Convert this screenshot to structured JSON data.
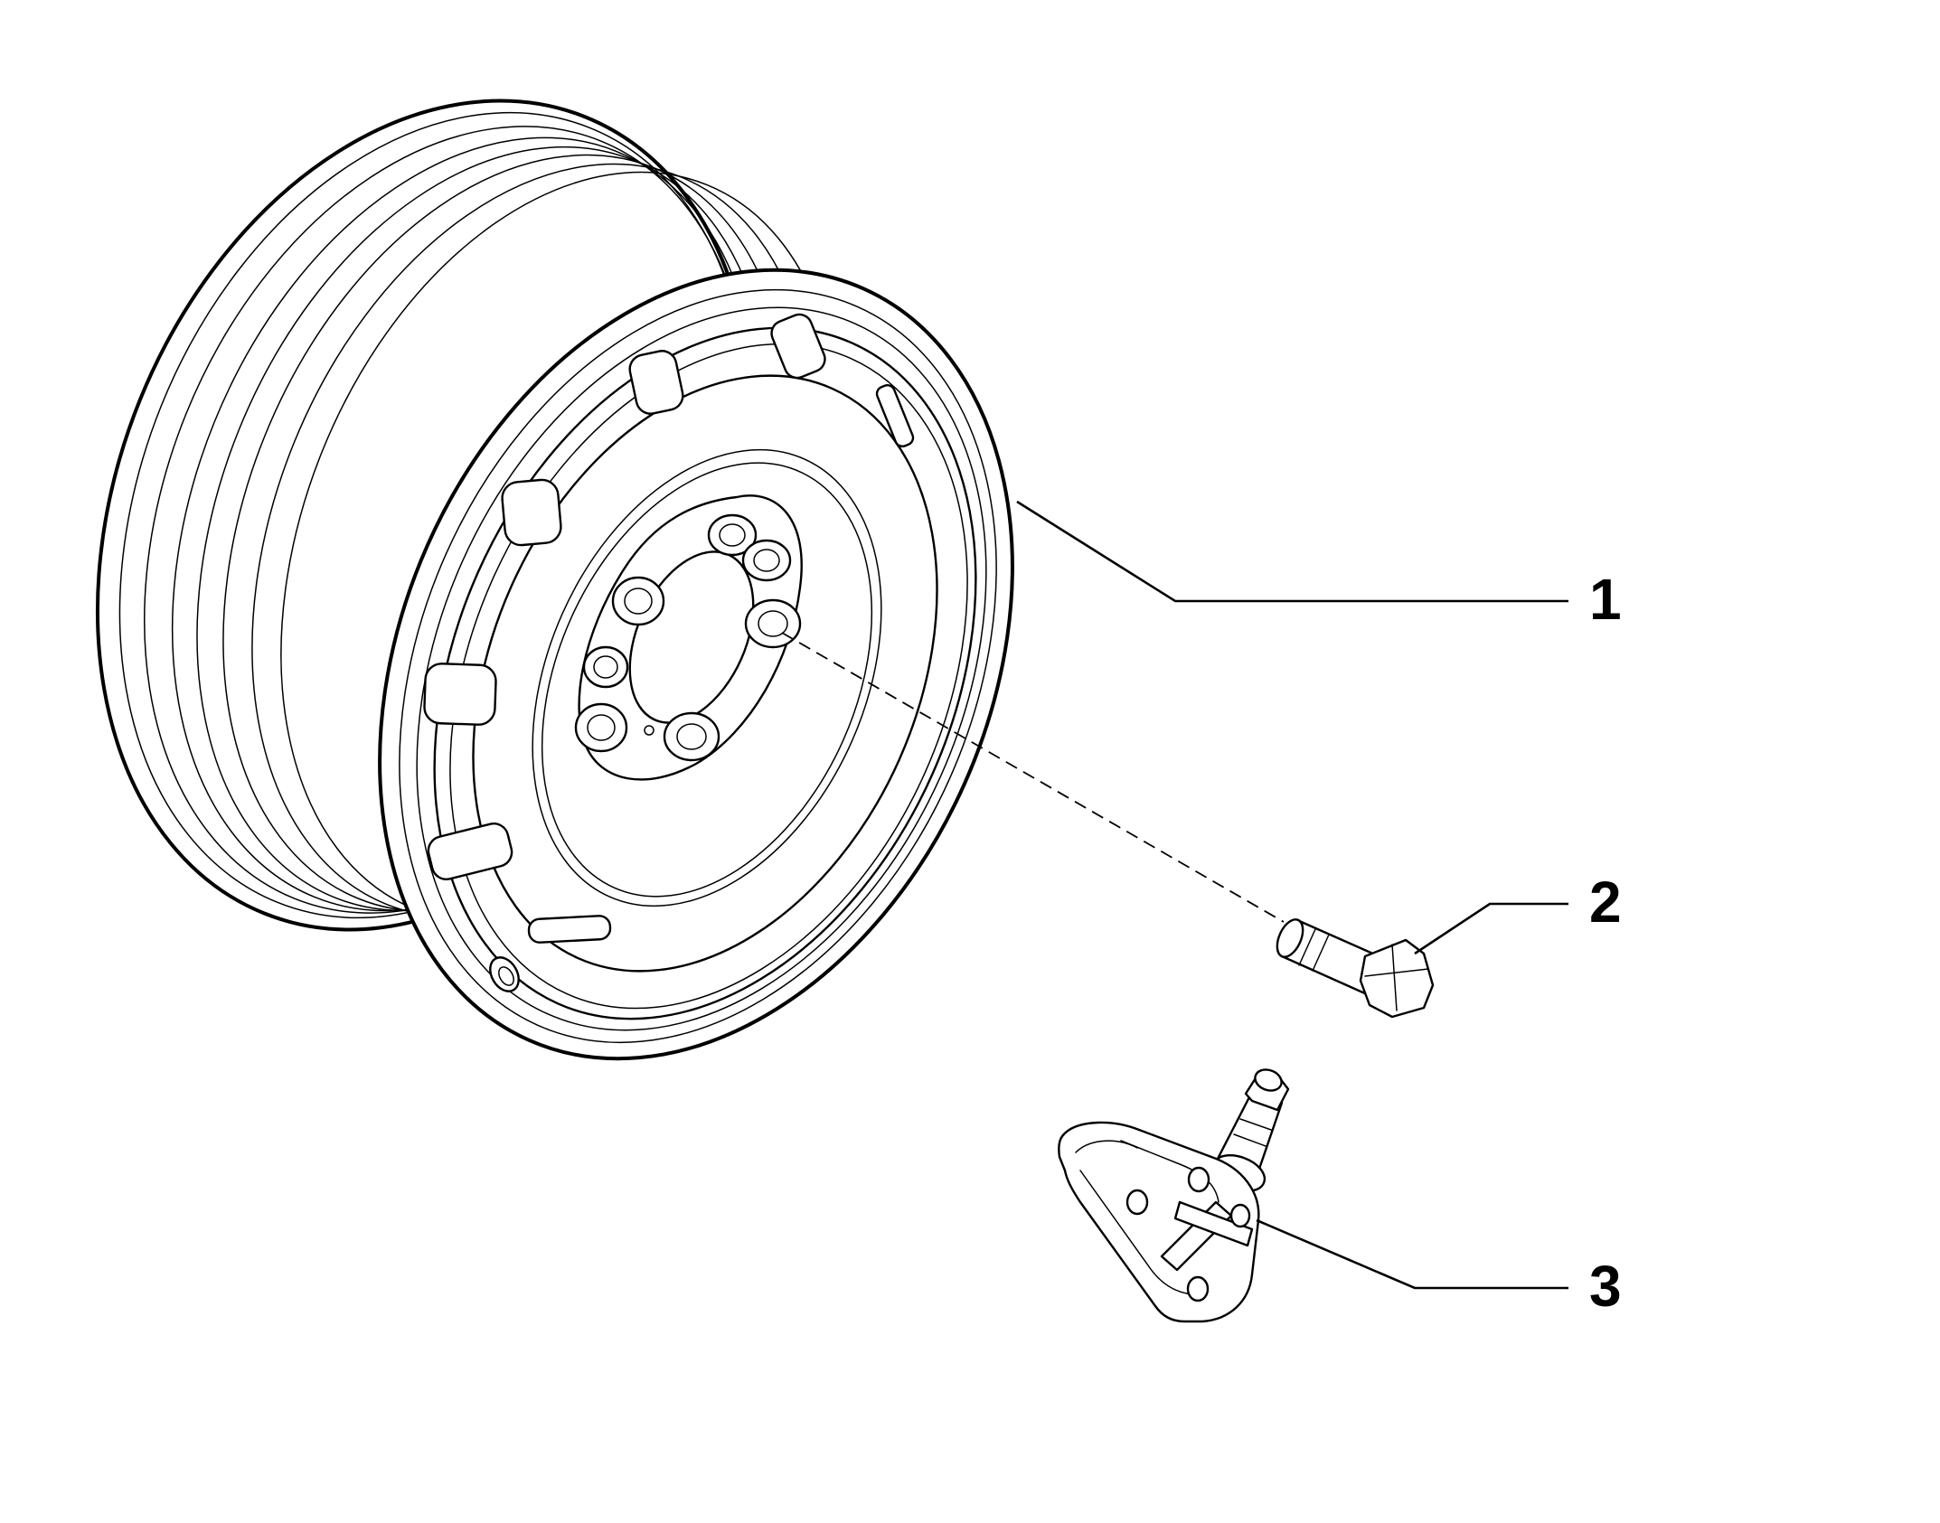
{
  "callouts": [
    {
      "number": "1"
    },
    {
      "number": "2"
    },
    {
      "number": "3"
    }
  ],
  "colors": {
    "line": "#000000",
    "background": "#ffffff"
  },
  "parts": {
    "wheel_icon": "steel-wheel-rim",
    "bolt_icon": "wheel-bolt",
    "sensor_icon": "tyre-pressure-sensor-valve"
  }
}
